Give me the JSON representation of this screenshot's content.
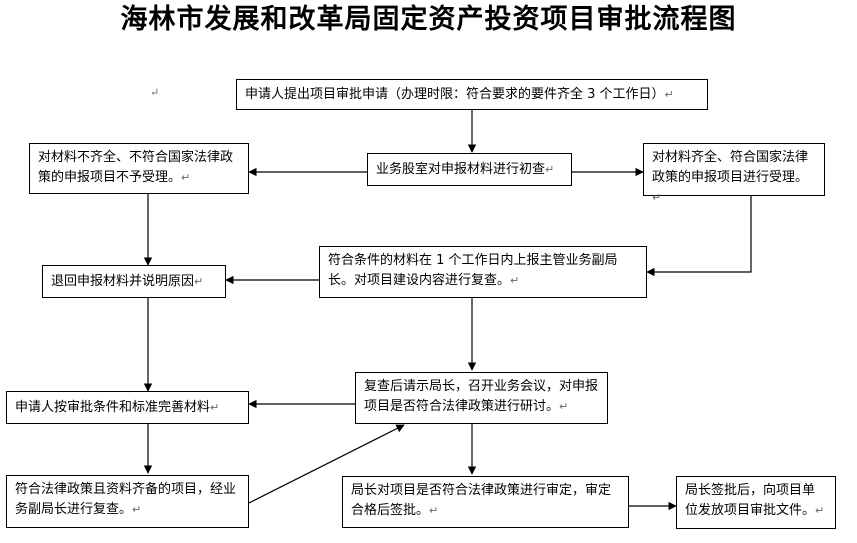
{
  "title": "海林市发展和改革局固定资产投资项目审批流程图",
  "paragraph_mark": "↵",
  "nodes": {
    "apply": "申请人提出项目审批申请（办理时限：符合要求的要件齐全 3 个工作日）",
    "initial_review": "业务股室对申报材料进行初查",
    "reject": "对材料不齐全、不符合国家法律政策的申报项目不予受理。",
    "accept": "对材料齐全、符合国家法律政策的申报项目进行受理。",
    "return": "退回申报材料并说明原因",
    "report": "符合条件的材料在 1 个工作日内上报主管业务副局长。对项目建设内容进行复查。",
    "meeting": "复查后请示局长，召开业务会议，对申报项目是否符合法律政策进行研讨。",
    "improve": "申请人按审批条件和标准完善材料",
    "vice_review": "符合法律政策且资料齐备的项目，经业务副局长进行复查。",
    "director_review": "局长对项目是否符合法律政策进行审定，审定合格后签批。",
    "issue": "局长签批后，向项目单位发放项目审批文件。"
  }
}
